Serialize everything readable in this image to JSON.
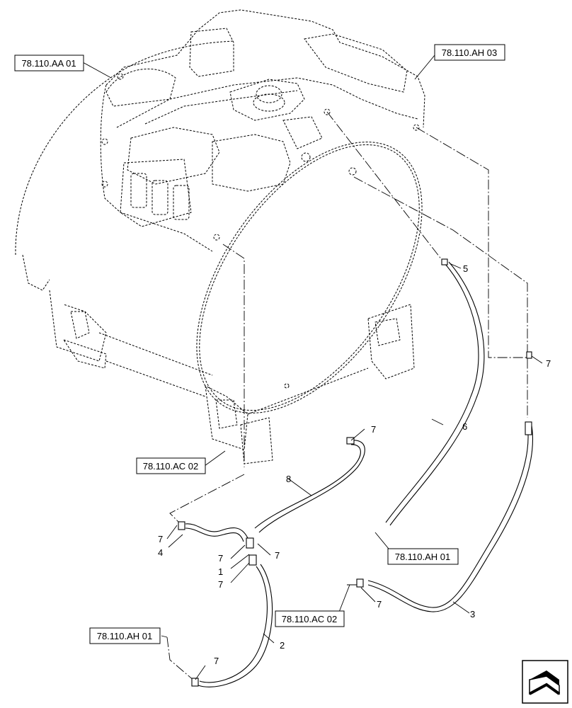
{
  "diagram": {
    "reference_boxes": {
      "aa01_top_left": "78.110.AA 01",
      "ah03_top_right": "78.110.AH 03",
      "ac02_middle": "78.110.AC 02",
      "ah01_right": "78.110.AH 01",
      "ac02_lower": "78.110.AC 02",
      "ah01_bottom_left": "78.110.AH 01"
    },
    "callouts": {
      "n1": "1",
      "n2": "2",
      "n3": "3",
      "n4": "4",
      "n5": "5",
      "n6": "6",
      "n7_right": "7",
      "n7_upper_center": "7",
      "n8": "8",
      "n7_left": "7",
      "n7_center_a": "7",
      "n7_center_b": "7",
      "n7_center_c": "7",
      "n7_lower_right": "7",
      "n7_bottom": "7"
    },
    "icons": {
      "tank": "tank-assembly-icon",
      "nav": "next-page-arrow-icon"
    }
  }
}
